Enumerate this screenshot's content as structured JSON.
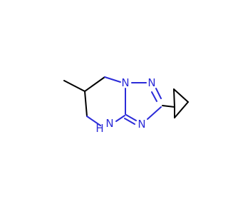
{
  "colors": {
    "background": "#ffffff",
    "carbon_bond": "#000000",
    "nitrogen": "#2b2bd8"
  },
  "atoms": {
    "n1": "N",
    "n2": "N",
    "n3": "N",
    "nh": "N",
    "h": "H"
  }
}
